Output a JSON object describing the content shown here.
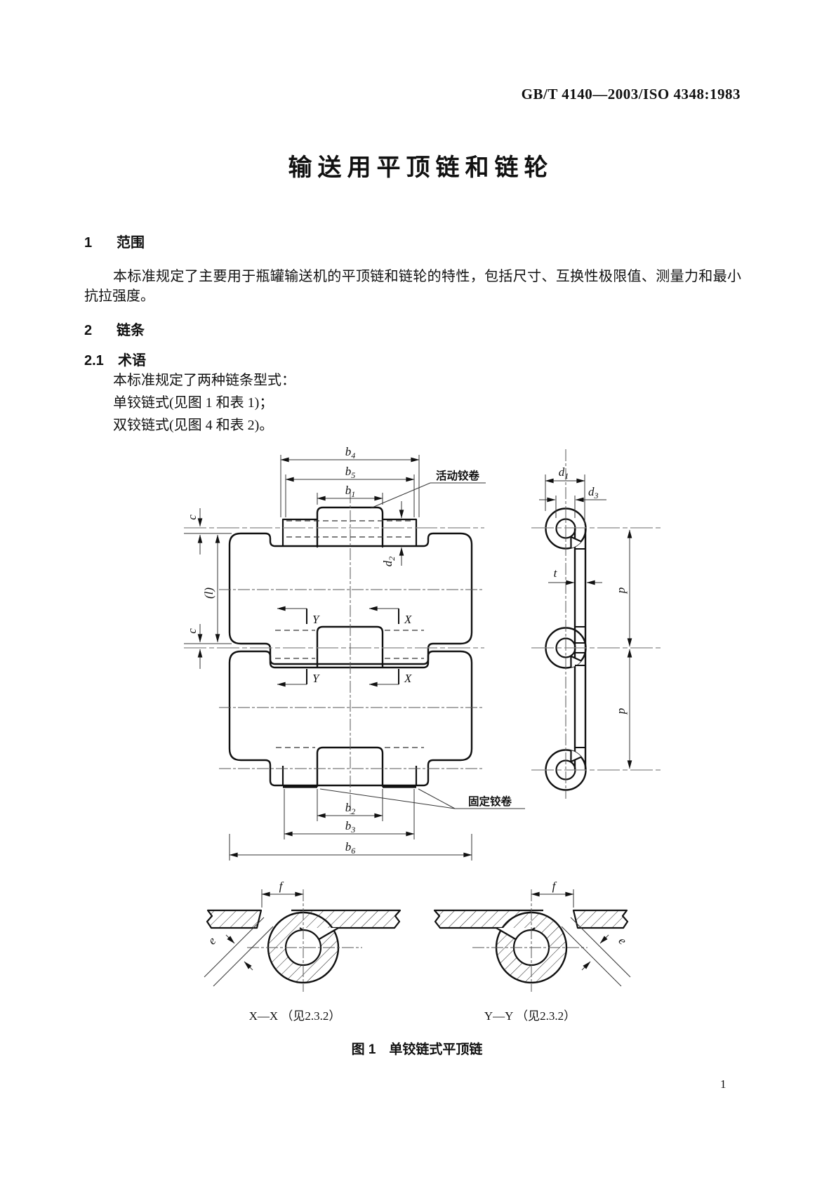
{
  "page": {
    "header": "GB/T 4140—2003/ISO 4348:1983",
    "page_number": "1"
  },
  "doc": {
    "title": "输送用平顶链和链轮",
    "section1_num": "1",
    "section1_title": "范围",
    "para_scope": "本标准规定了主要用于瓶罐输送机的平顶链和链轮的特性，包括尺寸、互换性极限值、测量力和最小抗拉强度。",
    "section2_num": "2",
    "section2_title": "链条",
    "section21_num": "2.1",
    "section21_title": "术语",
    "para_terms_intro": "本标准规定了两种链条型式：",
    "para_type_single": "单铰链式(见图 1 和表 1)；",
    "para_type_double": "双铰链式(见图 4 和表 2)。"
  },
  "figure": {
    "caption": "图 1　单铰链式平顶链",
    "label_movable_hinge": "活动铰卷",
    "label_fixed_hinge": "固定铰卷",
    "section_xx_caption": "X—X （见2.3.2）",
    "section_yy_caption": "Y—Y （见2.3.2）",
    "dims": {
      "b1": {
        "base": "b",
        "sub": "1"
      },
      "b2": {
        "base": "b",
        "sub": "2"
      },
      "b3": {
        "base": "b",
        "sub": "3"
      },
      "b4": {
        "base": "b",
        "sub": "4"
      },
      "b5": {
        "base": "b",
        "sub": "5"
      },
      "b6": {
        "base": "b",
        "sub": "6"
      },
      "d1": {
        "base": "d",
        "sub": "1"
      },
      "d2": {
        "base": "d",
        "sub": "2"
      },
      "d3": {
        "base": "d",
        "sub": "3"
      },
      "c": "c",
      "l": "(l)",
      "t": "t",
      "p": "p",
      "f": "f",
      "e": "e",
      "x": "X",
      "y": "Y"
    }
  }
}
